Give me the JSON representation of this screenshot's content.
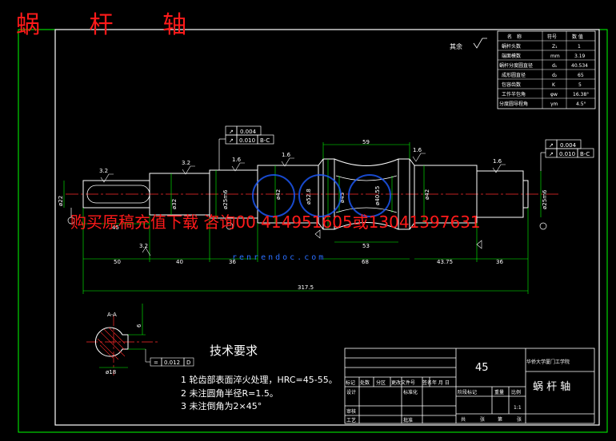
{
  "drawing_title": "蜗 杆 轴",
  "watermark_text": "购买原稿充值下载 咨询00 414951605或13041397631",
  "watermark_site": "renrendoc.com",
  "roughness_rest": "其余",
  "param_table": {
    "headers": [
      "名　称",
      "符号",
      "数 值"
    ],
    "rows": [
      [
        "蜗杆头数",
        "Z₁",
        "1"
      ],
      [
        "端面模数",
        "mm",
        "3.19"
      ],
      [
        "蜗杆分度圆直径",
        "d₁",
        "40.534"
      ],
      [
        "成形圆直径",
        "d₂",
        "65"
      ],
      [
        "包容齿数",
        "K",
        "5"
      ],
      [
        "工作半包角",
        "φw",
        "16.38°"
      ],
      [
        "分度圆导程角",
        "γm",
        "4.5°"
      ]
    ]
  },
  "tolerance_frames": [
    {
      "sym": "↗",
      "val": "0.004"
    },
    {
      "sym": "↗",
      "val": "0.010",
      "ref": "B-C"
    },
    {
      "sym": "↗",
      "val": "0.004"
    },
    {
      "sym": "↗",
      "val": "0.010",
      "ref": "B-C"
    },
    {
      "sym": "=",
      "val": "0.012",
      "ref": "D"
    }
  ],
  "dims_horizontal": [
    "50",
    "40",
    "36",
    "68",
    "43.75",
    "36",
    "317.5",
    "59",
    "53",
    "45"
  ],
  "dims_diameter": [
    "ø52.8",
    "ø45",
    "ø40.55",
    "ø42",
    "ø42",
    "ø25m6",
    "ø25m6",
    "ø22",
    "ø32"
  ],
  "section_label": "A-A",
  "section_dims": [
    "ø18",
    "6"
  ],
  "roughness_values": [
    "3.2",
    "3.2",
    "1.6",
    "1.6",
    "1.6",
    "1.6",
    "3.2"
  ],
  "tech_requirements": {
    "title": "技术要求",
    "items": [
      "1 轮齿部表面淬火处理，HRC=45-55。",
      "2 未注圆角半径R=1.5。",
      "3 未注倒角为2×45°"
    ]
  },
  "title_block": {
    "drawing_no": "45",
    "school": "华侨大学厦门工学院",
    "part_name": "蜗  杆  轴",
    "scale": "1:1",
    "rev_headers": [
      "标记",
      "处数",
      "分区",
      "更改文件号",
      "签名",
      "年 月 日"
    ],
    "row_labels": [
      "设计",
      "标准化",
      "审核",
      "工艺",
      "批准"
    ],
    "stage_labels": [
      "阶段标记",
      "重量",
      "比例"
    ],
    "sheet_labels": [
      "共",
      "张",
      "第",
      "张"
    ]
  },
  "colors": {
    "background": "#000000",
    "frame": "#ffffff",
    "border": "#00ff00",
    "dim": "#00ff00",
    "centerline": "#ff2a2a",
    "title": "#ff1a1a",
    "hatch": "#ff2a2a"
  }
}
